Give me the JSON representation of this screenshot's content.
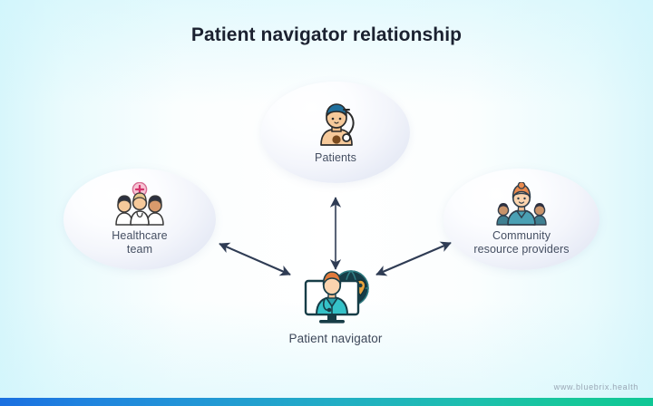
{
  "slide": {
    "title": "Patient navigator relationship",
    "background_left_color": "#d7f6fb",
    "background_center_color": "#ffffff",
    "title_color": "#1b2130"
  },
  "nodes": {
    "patients": {
      "label": "Patients",
      "icon": "patient-with-stethoscope-icon",
      "shape": "ellipse"
    },
    "healthcare_team": {
      "label": "Healthcare\nteam",
      "icon": "medical-team-icon",
      "shape": "ellipse"
    },
    "community": {
      "label": "Community\nresource providers",
      "icon": "community-group-icon",
      "shape": "ellipse"
    },
    "navigator": {
      "label": "Patient navigator",
      "icon": "telehealth-navigator-icon",
      "shape": "none"
    }
  },
  "connections": [
    {
      "id": "navigator-healthcare",
      "from": "navigator",
      "to": "healthcare_team",
      "style": "double-headed-arrow",
      "color": "#2f3c54"
    },
    {
      "id": "navigator-patients",
      "from": "navigator",
      "to": "patients",
      "style": "double-headed-arrow",
      "color": "#2f3c54"
    },
    {
      "id": "navigator-community",
      "from": "navigator",
      "to": "community",
      "style": "double-headed-arrow",
      "color": "#2f3c54"
    }
  ],
  "footer": {
    "watermark": "www.bluebrix.health",
    "bar_start_color": "#1a6fe0",
    "bar_end_color": "#0fc795"
  }
}
